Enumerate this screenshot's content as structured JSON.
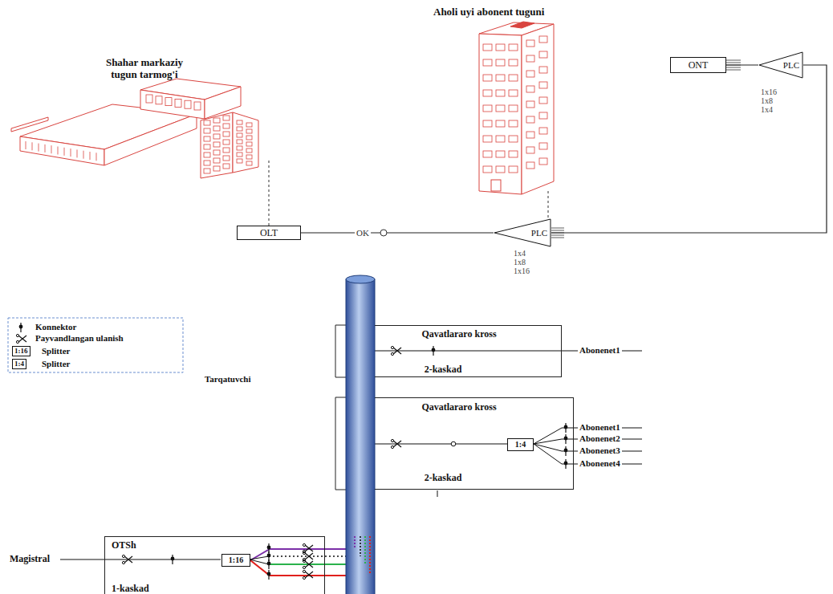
{
  "diagram": {
    "nodes": [
      {
        "text": [
          "ONT"
        ]
      },
      {
        "text": [
          "PLC"
        ]
      },
      {
        "text": [
          "OLT"
        ]
      },
      {
        "text": [
          "PLC"
        ]
      },
      {
        "text": [
          "Qavatlararo kross",
          "2-kaskad"
        ]
      },
      {
        "text": [
          "Qavatlararo kross",
          "2-kaskad"
        ]
      },
      {
        "text": [
          "1:4"
        ],
        "in": 5
      },
      {
        "text": [
          "OTSh",
          "1-kaskad"
        ]
      },
      {
        "text": [
          "1:16"
        ],
        "in": 7
      }
    ],
    "edges": [
      {
        "from": 2,
        "to": 3,
        "arrow": "none",
        "label": "OK"
      },
      {
        "from": 3,
        "to": 1,
        "arrow": "none"
      },
      {
        "from": 1,
        "to": 0,
        "arrow": "none"
      },
      {
        "from": 8,
        "to": 4,
        "arrow": "none"
      },
      {
        "from": 8,
        "to": 5,
        "arrow": "none"
      }
    ],
    "labels": [
      "Aholi uyi abonent tuguni",
      "Shahar markaziy tugun tarmog'i",
      "1x16",
      "1x8",
      "1x4",
      "1x4",
      "1x8",
      "1x16",
      "1:16",
      "1:4",
      "Abonenet1",
      "Tarqatuvchi",
      "Abonenet1",
      "Abonenet2",
      "Abonenet3",
      "Abonenet4",
      "Magistral"
    ],
    "legend": [
      {
        "text": "Konnektor"
      },
      {
        "text": "Payvandlangan ulanish"
      },
      {
        "text": "Splitter"
      },
      {
        "text": "Splitter"
      }
    ]
  }
}
